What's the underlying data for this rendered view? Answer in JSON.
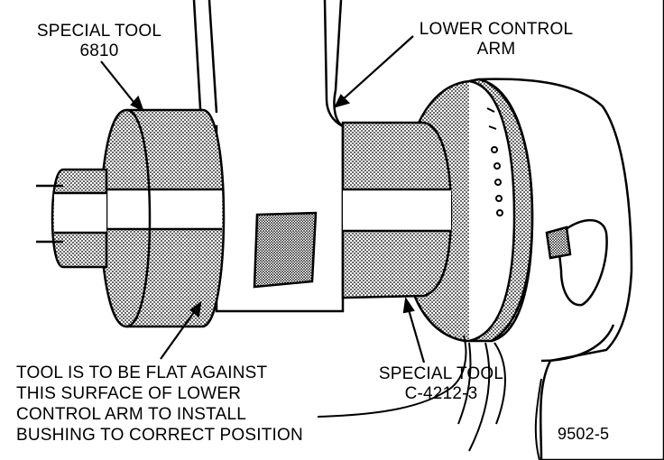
{
  "labels": {
    "special_tool_6810": {
      "line1": "SPECIAL TOOL",
      "line2": "6810"
    },
    "lower_control_arm": {
      "line1": "LOWER CONTROL",
      "line2": "ARM"
    },
    "tool_flat_note": {
      "line1": "TOOL IS TO BE FLAT AGAINST",
      "line2": "THIS SURFACE OF LOWER",
      "line3": "CONTROL ARM TO INSTALL",
      "line4": "BUSHING TO CORRECT POSITION"
    },
    "special_tool_c4212": {
      "line1": "SPECIAL TOOL",
      "line2": "C-4212-3"
    },
    "figure_id": "9502-5"
  },
  "colors": {
    "ink": "#000000",
    "paper": "#ffffff",
    "stipple": "#9a9a9a"
  }
}
